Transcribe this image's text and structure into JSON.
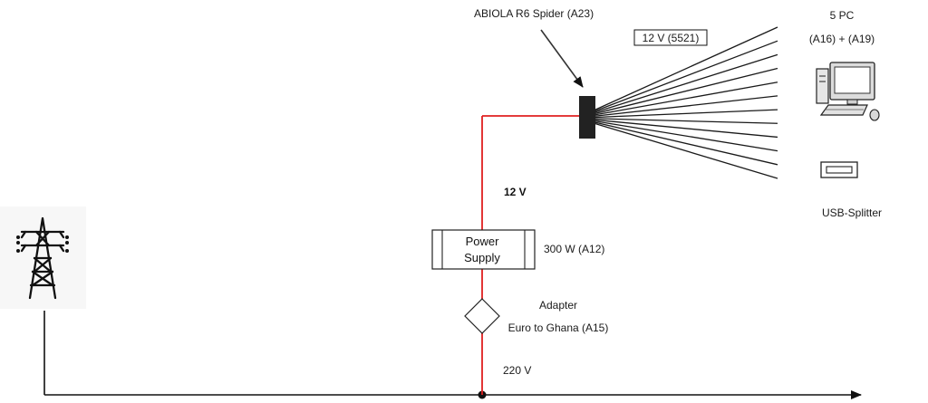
{
  "labels": {
    "spider": "ABIOLA R6 Spider (A23)",
    "voltage_out": "12 V (5521)",
    "pc_count": "5 PC",
    "pc_ids": "(A16) + (A19)",
    "usb_splitter": "USB-Splitter",
    "v12": "12 V",
    "ps_line1": "Power",
    "ps_line2": "Supply",
    "ps_rating": "300 W (A12)",
    "adapter": "Adapter",
    "adapter_desc": "Euro to Ghana (A15)",
    "v220": "220 V"
  },
  "colors": {
    "power_line": "#e02020",
    "wire": "#1a1a1a",
    "connector": "#222222"
  },
  "icons": [
    "power-pylon-icon",
    "desktop-pc-icon",
    "usb-splitter-icon"
  ],
  "spider_wire_count": 12
}
